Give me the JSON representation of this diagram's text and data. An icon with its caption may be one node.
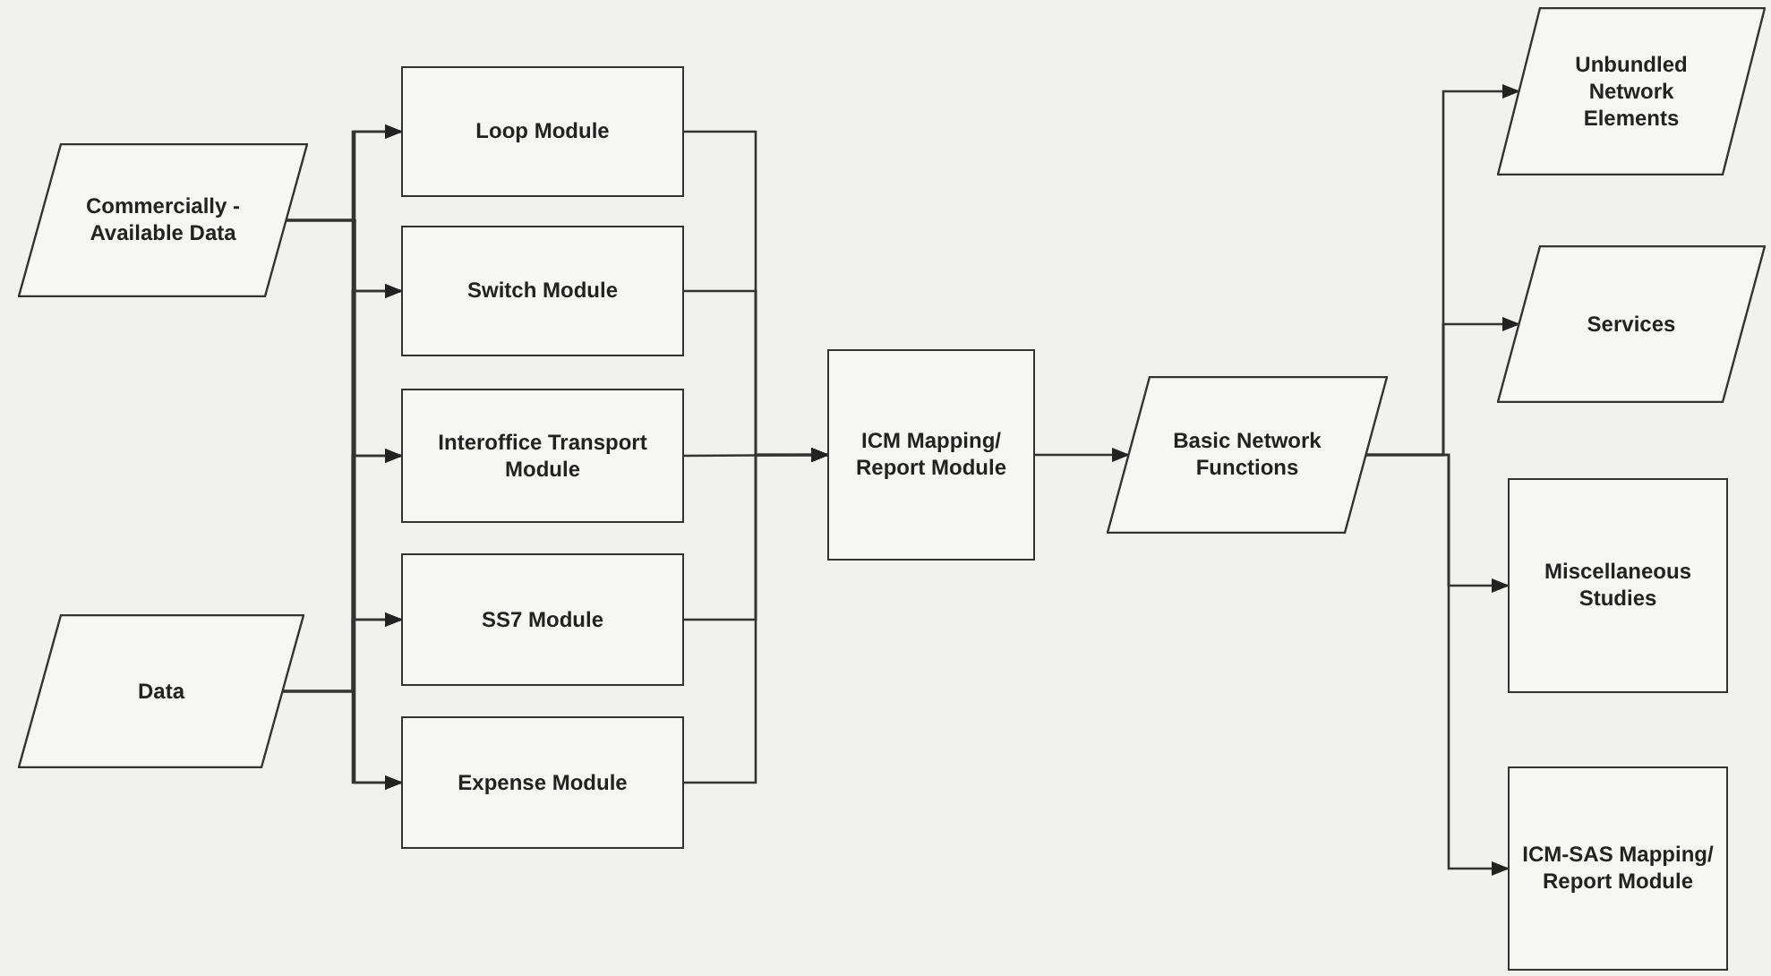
{
  "diagram": {
    "nodes": [
      {
        "text": [
          "Commercially -Available Data"
        ]
      },
      {
        "text": [
          "Data"
        ]
      },
      {
        "text": [
          "Loop Module"
        ]
      },
      {
        "text": [
          "Switch Module"
        ]
      },
      {
        "text": [
          "Interoffice Transport Module"
        ]
      },
      {
        "text": [
          "SS7 Module"
        ]
      },
      {
        "text": [
          "Expense Module"
        ]
      },
      {
        "text": [
          "ICM Mapping/ Report Module"
        ]
      },
      {
        "text": [
          "Basic Network Functions"
        ]
      },
      {
        "text": [
          "Unbundled Network Elements"
        ]
      },
      {
        "text": [
          "Services"
        ]
      },
      {
        "text": [
          "Miscellaneous Studies"
        ]
      },
      {
        "text": [
          "ICM-SAS Mapping/ Report Module"
        ]
      }
    ],
    "edges": [
      {
        "from": 0,
        "to": 2,
        "arrow": "to"
      },
      {
        "from": 0,
        "to": 3,
        "arrow": "to"
      },
      {
        "from": 0,
        "to": 4,
        "arrow": "to"
      },
      {
        "from": 0,
        "to": 5,
        "arrow": "to"
      },
      {
        "from": 0,
        "to": 6,
        "arrow": "to"
      },
      {
        "from": 1,
        "to": 2,
        "arrow": "to"
      },
      {
        "from": 1,
        "to": 3,
        "arrow": "to"
      },
      {
        "from": 1,
        "to": 4,
        "arrow": "to"
      },
      {
        "from": 1,
        "to": 5,
        "arrow": "to"
      },
      {
        "from": 1,
        "to": 6,
        "arrow": "to"
      },
      {
        "from": 2,
        "to": 7,
        "arrow": "to"
      },
      {
        "from": 3,
        "to": 7,
        "arrow": "to"
      },
      {
        "from": 4,
        "to": 7,
        "arrow": "to"
      },
      {
        "from": 5,
        "to": 7,
        "arrow": "to"
      },
      {
        "from": 6,
        "to": 7,
        "arrow": "to"
      },
      {
        "from": 7,
        "to": 8,
        "arrow": "to"
      },
      {
        "from": 8,
        "to": 9,
        "arrow": "to"
      },
      {
        "from": 8,
        "to": 10,
        "arrow": "to"
      },
      {
        "from": 8,
        "to": 11,
        "arrow": "to"
      },
      {
        "from": 8,
        "to": 12,
        "arrow": "to"
      }
    ]
  }
}
